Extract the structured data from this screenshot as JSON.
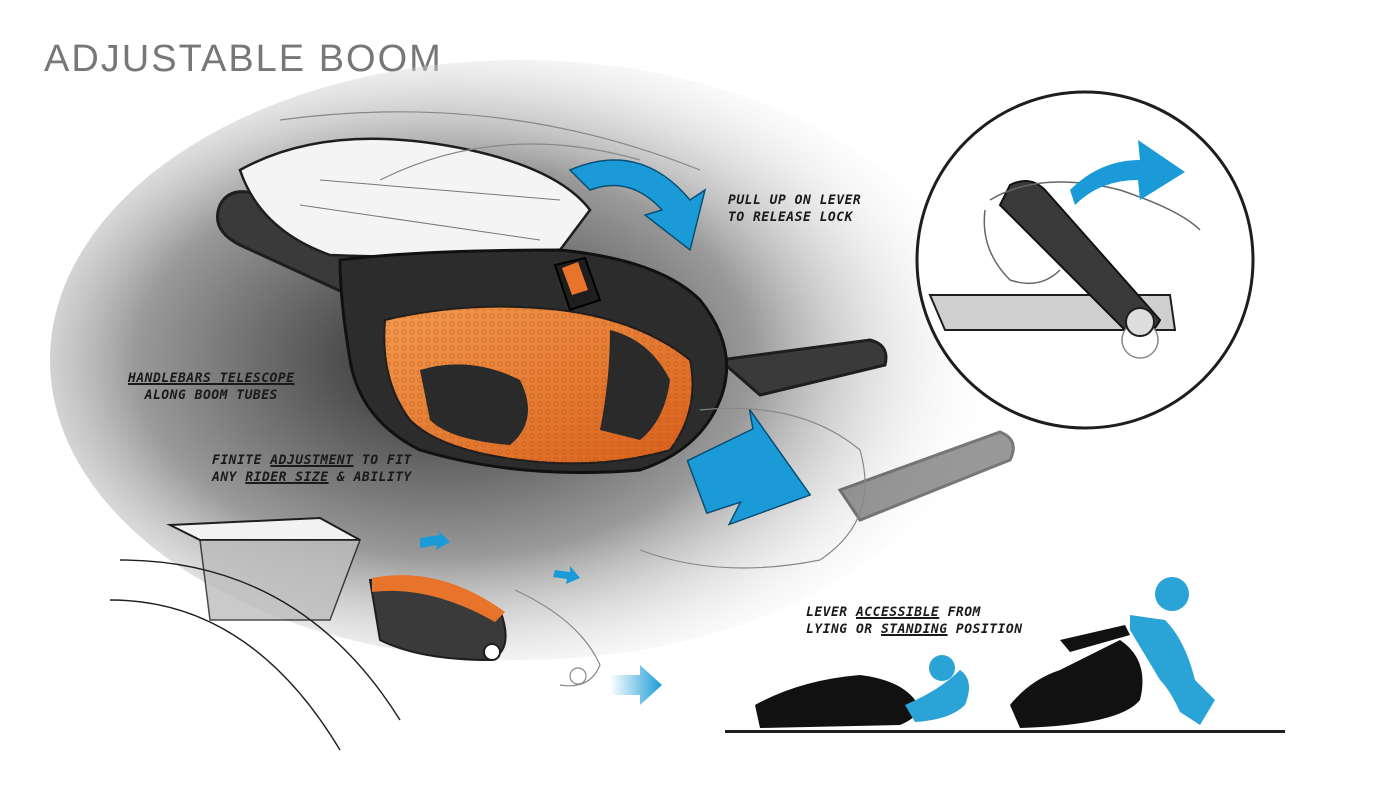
{
  "title": "ADJUSTABLE BOOM",
  "annotations": {
    "lever": {
      "line1": "Pull up on lever",
      "line2": "to release lock"
    },
    "telescope": {
      "line1": "Handlebars telescope",
      "line2": "along boom tubes"
    },
    "finite": {
      "line1_pre": "Finite",
      "line1_u": "adjustment",
      "line1_post": " to fit",
      "line2_pre": "any",
      "line2_u": "rider size",
      "line2_post": " & ability"
    },
    "accessible": {
      "line1_pre": "Lever",
      "line1_u": "accessible",
      "line1_post": " from",
      "line2_pre": "lying or ",
      "line2_u": "standing",
      "line2_post": " position"
    }
  },
  "colors": {
    "accent_orange": "#e8732a",
    "arrow_blue": "#1a9bd7",
    "rider_blue": "#2aa3d6",
    "dark": "#1e1e1e"
  },
  "icons": [
    "curved-arrow-icon",
    "push-arrow-icon",
    "rider-silhouette-icon"
  ]
}
